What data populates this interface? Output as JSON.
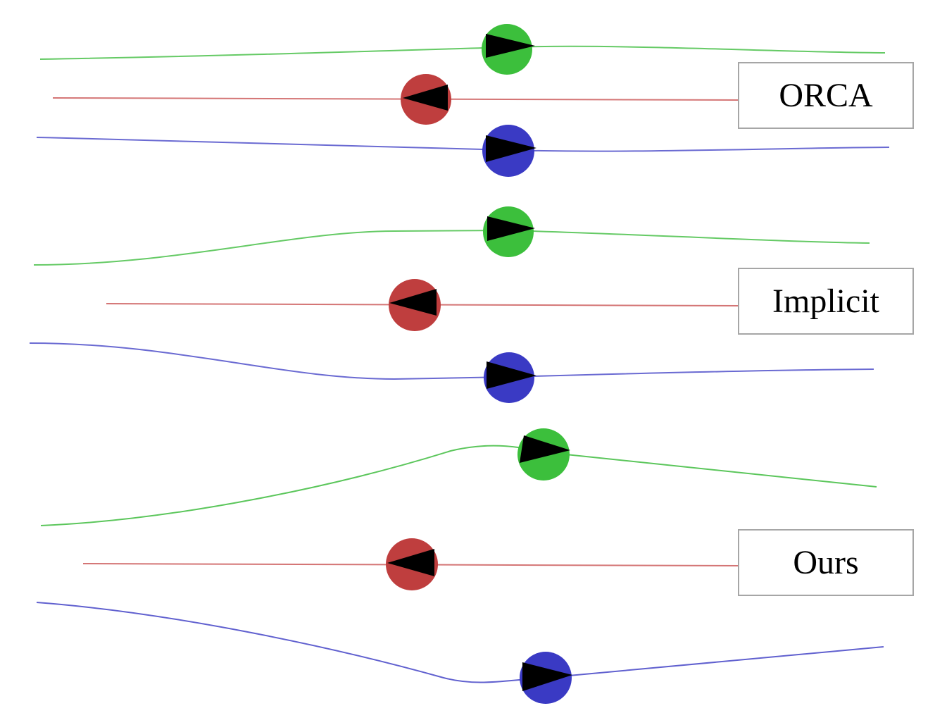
{
  "colors": {
    "green_agent": "#3cbf3c",
    "green_path": "#32b832",
    "red_agent": "#bf3e3e",
    "red_path": "#c23a3a",
    "blue_agent": "#3a3ac4",
    "blue_path": "#2b2bbf",
    "arrow": "#000000",
    "label_border": "#a6a6a6"
  },
  "panels": [
    {
      "label": "ORCA",
      "agents": [
        {
          "color": "green",
          "heading": "right"
        },
        {
          "color": "red",
          "heading": "left"
        },
        {
          "color": "blue",
          "heading": "right"
        }
      ]
    },
    {
      "label": "Implicit",
      "agents": [
        {
          "color": "green",
          "heading": "right"
        },
        {
          "color": "red",
          "heading": "left"
        },
        {
          "color": "blue",
          "heading": "right"
        }
      ]
    },
    {
      "label": "Ours",
      "agents": [
        {
          "color": "green",
          "heading": "right"
        },
        {
          "color": "red",
          "heading": "left"
        },
        {
          "color": "blue",
          "heading": "right"
        }
      ]
    }
  ]
}
